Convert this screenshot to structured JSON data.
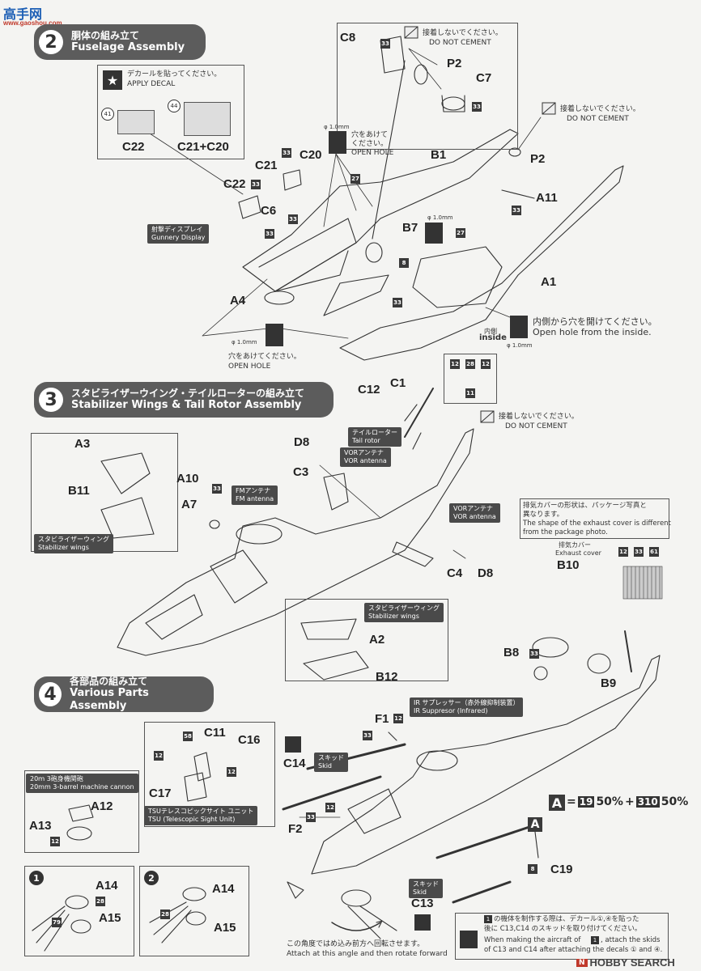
{
  "watermark_top": {
    "brand": "高手网",
    "domain": "www.gaoshou.com"
  },
  "watermark_bottom": {
    "badge": "N",
    "text": "HOBBY SEARCH"
  },
  "section2": {
    "num": "2",
    "jp": "胴体の組み立て",
    "en": "Fuselage Assembly"
  },
  "section3": {
    "num": "3",
    "jp": "スタビライザーウイング・テイルローターの組み立て",
    "en": "Stabilizer Wings & Tail Rotor Assembly"
  },
  "section4": {
    "num": "4",
    "jp": "各部品の組み立て",
    "en": "Various Parts Assembly"
  },
  "decal_box": {
    "jp": "デカールを貼ってください。",
    "en": "APPLY DECAL",
    "d1": "41",
    "d2": "44",
    "part1": "C22",
    "part2": "C21+C20"
  },
  "cement_note_1": {
    "jp": "接着しないでください。",
    "en": "DO NOT CEMENT"
  },
  "cement_note_2": {
    "jp": "接着しないでください。",
    "en": "DO NOT CEMENT"
  },
  "cement_note_3": {
    "jp": "接着しないでください。",
    "en": "DO NOT CEMENT"
  },
  "hole_note_1": {
    "size": "φ 1.0mm",
    "jp": "穴をあけて",
    "jp2": "ください。",
    "en": "OPEN HOLE"
  },
  "hole_note_2": {
    "size": "φ 1.0mm",
    "jp": "穴をあけてください。",
    "en": "OPEN HOLE"
  },
  "hole_note_3": {
    "size": "φ 1.0mm"
  },
  "inside_note": {
    "jp": "内側から穴を開けてください。",
    "en": "Open hole from the inside.",
    "tag_jp": "内側",
    "tag_en": "inside",
    "size": "φ 1.0mm"
  },
  "gunnery": {
    "jp": "射撃ディスプレイ",
    "en": "Gunnery Display"
  },
  "tail_rotor": {
    "jp": "テイルローター",
    "en": "Tail rotor"
  },
  "vor1": {
    "jp": "VORアンテナ",
    "en": "VOR antenna"
  },
  "vor2": {
    "jp": "VORアンテナ",
    "en": "VOR antenna"
  },
  "fm": {
    "jp": "FMアンテナ",
    "en": "FM antenna"
  },
  "stab1": {
    "jp": "スタビライザーウィング",
    "en": "Stabilizer wings"
  },
  "stab2": {
    "jp": "スタビライザーウィング",
    "en": "Stabilizer wings"
  },
  "exhaust_note": {
    "l1": "排気カバーの形状は、パッケージ写真と",
    "l2": "異なります。",
    "l3": "The shape of the exhaust cover is different",
    "l4": "from the package photo."
  },
  "exhaust_tag": {
    "jp": "排気カバー",
    "en": "Exhaust cover"
  },
  "ir": {
    "jp": "IR サプレッサー（赤外線抑制装置）",
    "en": "IR Suppresor (Infrared)"
  },
  "skid1": {
    "jp": "スキッド",
    "en": "Skid"
  },
  "skid2": {
    "jp": "スキッド",
    "en": "Skid"
  },
  "cannon": {
    "jp": "20ｍ 3砲身機関砲",
    "en": "20mm 3-barrel machine cannon"
  },
  "tsu": {
    "jp": "TSUテレスコピックサイト ユニット",
    "en": "TSU (Telescopic Sight Unit)"
  },
  "rotate": {
    "jp": "この角度ではめ込み前方へ回転させます。",
    "en": "Attach at this angle and then rotate forward"
  },
  "paint": {
    "letter": "A",
    "eq": "=",
    "c1": "19",
    "p1": "50%",
    "plus": "+",
    "c2": "310",
    "p2": "50%"
  },
  "final_note": {
    "l1": "の機体を制作する際は、デカール①,④を貼った",
    "l2": "後に C13,C14 のスキッドを取り付けてください。",
    "l3": "When making the aircraft of",
    "l4": ", attach the skids",
    "l5": "of C13 and C14 after attaching the decals ① and ④."
  },
  "parts": {
    "C8": "C8",
    "P2a": "P2",
    "C7": "C7",
    "P2b": "P2",
    "B1": "B1",
    "A11": "A11",
    "C22": "C22",
    "C21": "C21",
    "C20": "C20",
    "C6": "C6",
    "B7": "B7",
    "A1": "A1",
    "A4": "A4",
    "C12": "C12",
    "C1": "C1",
    "D8a": "D8",
    "C3": "C3",
    "A10": "A10",
    "A3": "A3",
    "B11": "B11",
    "A7": "A7",
    "C4": "C4",
    "D8b": "D8",
    "B10": "B10",
    "A2": "A2",
    "B12": "B12",
    "B8": "B8",
    "B9": "B9",
    "F1": "F1",
    "C11": "C11",
    "C16": "C16",
    "C17": "C17",
    "C14": "C14",
    "F2": "F2",
    "A12": "A12",
    "A13": "A13",
    "A14a": "A14",
    "A15a": "A15",
    "A14b": "A14",
    "A15b": "A15",
    "C19": "C19",
    "C13": "C13",
    "A": "A"
  },
  "paint_codes": {
    "c33_1": "33",
    "c33_2": "33",
    "c33_3": "33",
    "c33_4": "33",
    "c33_5": "33",
    "c33_6": "33",
    "c27_1": "27",
    "c27_2": "27",
    "c8_1": "8",
    "c12_1": "12",
    "c28_1": "28",
    "c12_2": "12",
    "c11_1": "11",
    "c33_7": "33",
    "c12_3": "12",
    "c33_8": "33",
    "c61_1": "61",
    "c33_9": "33",
    "c12_4": "12",
    "c58_1": "58",
    "c12_5": "12",
    "c12_6": "12",
    "c12_7": "12",
    "c33_10": "33",
    "c12_8": "12",
    "c28_2": "28",
    "c79_1": "79",
    "c28_3": "28",
    "c8_2": "8",
    "c33_11": "33"
  },
  "variant": {
    "v1": "1",
    "v2": "2"
  }
}
